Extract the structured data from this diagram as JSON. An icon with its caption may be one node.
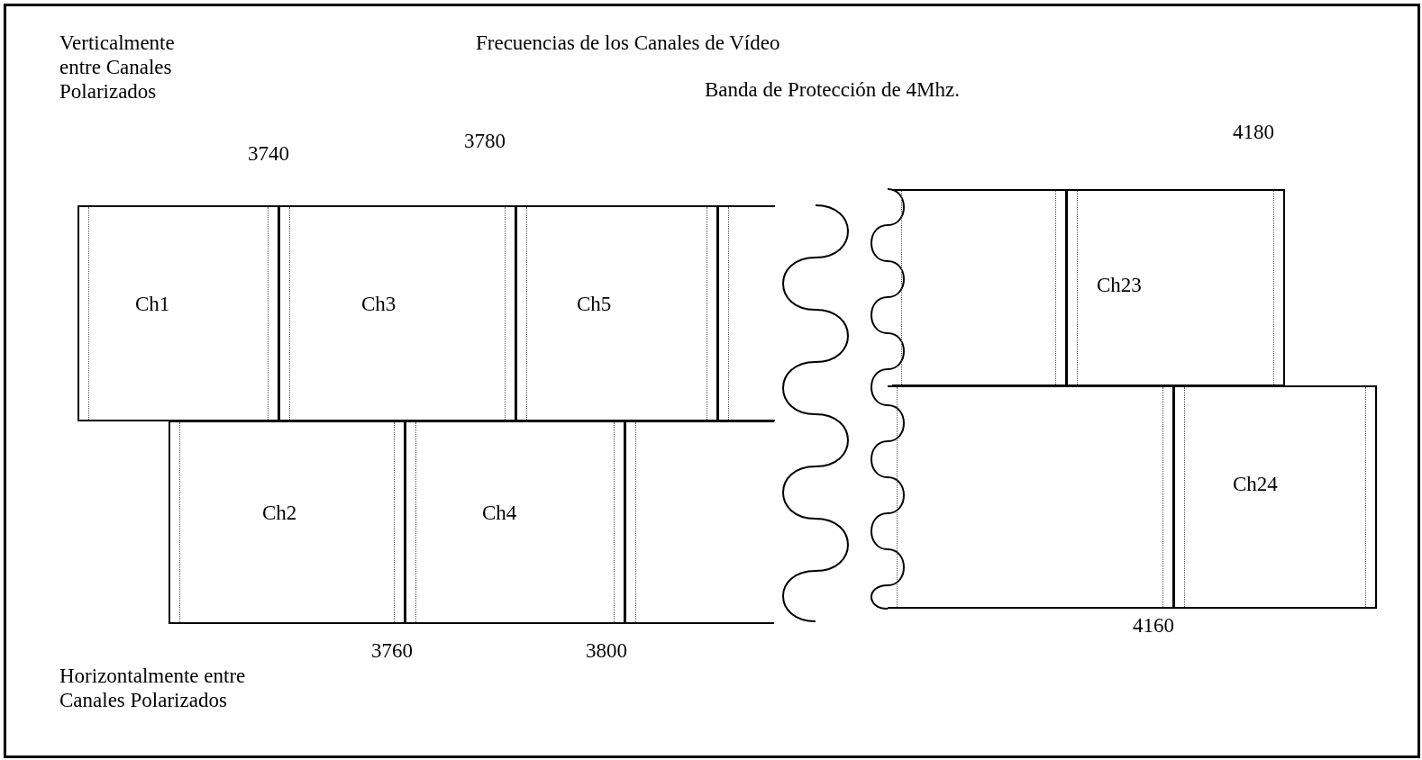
{
  "diagram": {
    "title": "Frecuencias de los Canales de Vídeo",
    "nodes": [
      {
        "text": [
          "Ch1"
        ]
      },
      {
        "text": [
          "Ch3"
        ]
      },
      {
        "text": [
          "Ch5"
        ]
      },
      {
        "text": [],
        "shape": "box"
      },
      {
        "text": [],
        "shape": "box"
      },
      {
        "text": [
          "Ch23"
        ]
      },
      {
        "text": [
          "Ch2"
        ]
      },
      {
        "text": [
          "Ch4"
        ]
      },
      {
        "text": [],
        "shape": "box"
      },
      {
        "text": [],
        "shape": "box"
      },
      {
        "text": [
          "Ch24"
        ]
      }
    ],
    "edges": [],
    "labels": [
      "Verticalmente entre Canales Polarizados",
      "Banda de Protección de 4Mhz.",
      "3740",
      "3780",
      "4180",
      "Horizontalmente entre Canales Polarizados",
      "3760",
      "3800",
      "4160"
    ]
  }
}
